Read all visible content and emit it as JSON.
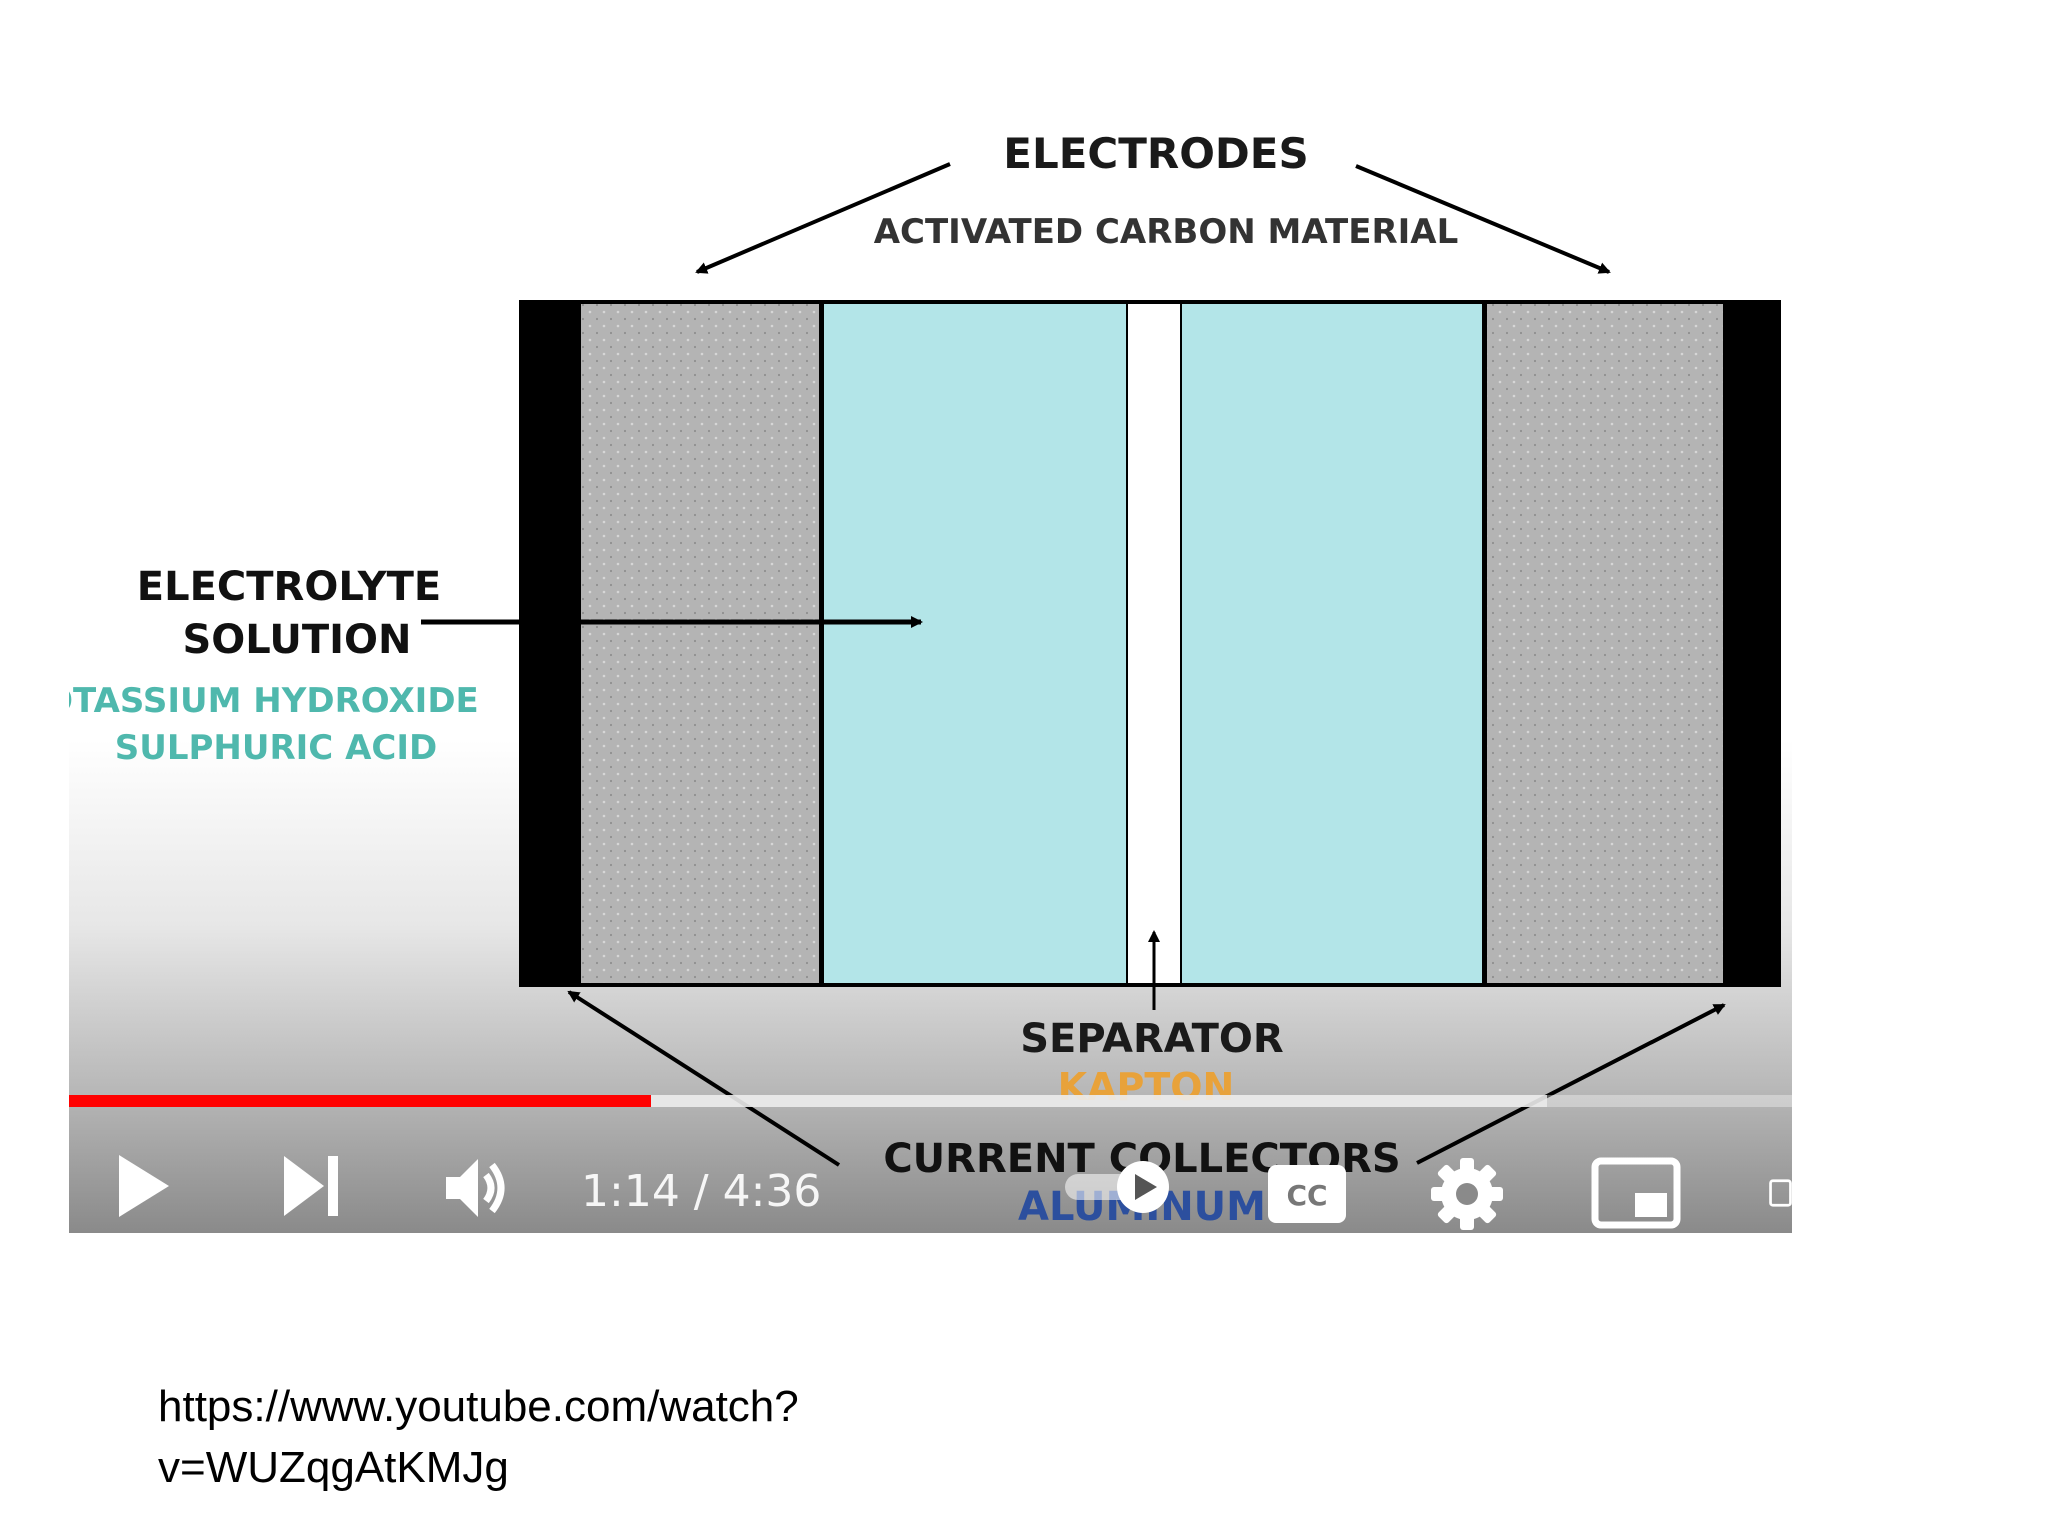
{
  "diagram": {
    "electrodes_label": "ELECTRODES",
    "electrodes_sublabel": "ACTIVATED CARBON MATERIAL",
    "electrolyte_label_line1": "ELECTROLYTE",
    "electrolyte_label_line2": "SOLUTION",
    "electrolyte_sublabel_line1": "POTASSIUM HYDROXIDE",
    "electrolyte_sublabel_line2": "SULPHURIC ACID",
    "separator_label": "SEPARATOR",
    "separator_sublabel": "KAPTON",
    "collectors_label": "CURRENT COLLECTORS",
    "collectors_sublabel": "ALUMINUM",
    "colors": {
      "electrolyte": "#b3e5e8",
      "electrode": "#b4b4b4",
      "collector": "#000000",
      "teal_text": "#4fb8ad",
      "orange_text": "#e8a23a",
      "blue_text": "#2c4f9e"
    }
  },
  "player": {
    "time_display": "1:14 / 4:36",
    "progress_played_fraction": 0.338,
    "progress_buffered_fraction": 0.858,
    "colors": {
      "played": "#ff0000"
    },
    "icons": [
      "play-icon",
      "next-icon",
      "volume-icon",
      "autoplay-toggle-icon",
      "captions-icon",
      "settings-gear-icon",
      "miniplayer-icon",
      "theater-mode-icon"
    ],
    "captions_label": "CC"
  },
  "caption": {
    "url_text": "https://www.youtube.com/watch?v=WUZqgAtKMJg"
  }
}
